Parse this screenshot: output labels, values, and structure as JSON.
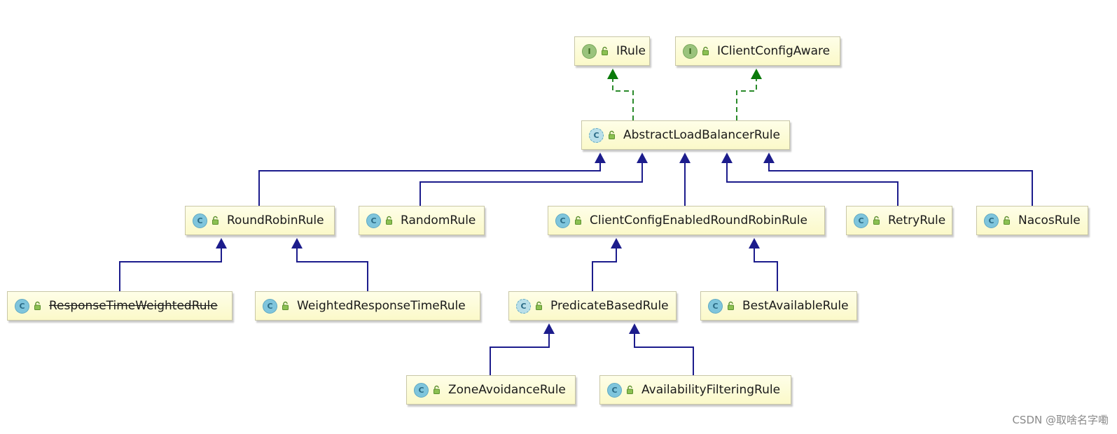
{
  "diagram": {
    "nodes": [
      {
        "id": "irule",
        "kind": "interface",
        "kind_letter": "I",
        "name": "IRule",
        "deprecated": false
      },
      {
        "id": "iclientconfigaware",
        "kind": "interface",
        "kind_letter": "I",
        "name": "IClientConfigAware",
        "deprecated": false
      },
      {
        "id": "abstractloadbalancerrule",
        "kind": "abstract",
        "kind_letter": "C",
        "name": "AbstractLoadBalancerRule",
        "deprecated": false
      },
      {
        "id": "roundrobinrule",
        "kind": "class",
        "kind_letter": "C",
        "name": "RoundRobinRule",
        "deprecated": false
      },
      {
        "id": "randomrule",
        "kind": "class",
        "kind_letter": "C",
        "name": "RandomRule",
        "deprecated": false
      },
      {
        "id": "clientconfigenabledroundrobinrule",
        "kind": "class",
        "kind_letter": "C",
        "name": "ClientConfigEnabledRoundRobinRule",
        "deprecated": false
      },
      {
        "id": "retryrule",
        "kind": "class",
        "kind_letter": "C",
        "name": "RetryRule",
        "deprecated": false
      },
      {
        "id": "nacosrule",
        "kind": "class",
        "kind_letter": "C",
        "name": "NacosRule",
        "deprecated": false
      },
      {
        "id": "responsetimeweightedrule",
        "kind": "class",
        "kind_letter": "C",
        "name": "ResponseTimeWeightedRule",
        "deprecated": true
      },
      {
        "id": "weightedresponsetimerule",
        "kind": "class",
        "kind_letter": "C",
        "name": "WeightedResponseTimeRule",
        "deprecated": false
      },
      {
        "id": "predicatebasedrule",
        "kind": "abstract",
        "kind_letter": "C",
        "name": "PredicateBasedRule",
        "deprecated": false
      },
      {
        "id": "bestavailablerule",
        "kind": "class",
        "kind_letter": "C",
        "name": "BestAvailableRule",
        "deprecated": false
      },
      {
        "id": "zoneavoidancerule",
        "kind": "class",
        "kind_letter": "C",
        "name": "ZoneAvoidanceRule",
        "deprecated": false
      },
      {
        "id": "availabilityfilteringrule",
        "kind": "class",
        "kind_letter": "C",
        "name": "AvailabilityFilteringRule",
        "deprecated": false
      }
    ],
    "edges": [
      {
        "from": "abstractloadbalancerrule",
        "to": "irule",
        "type": "implements"
      },
      {
        "from": "abstractloadbalancerrule",
        "to": "iclientconfigaware",
        "type": "implements"
      },
      {
        "from": "roundrobinrule",
        "to": "abstractloadbalancerrule",
        "type": "extends"
      },
      {
        "from": "randomrule",
        "to": "abstractloadbalancerrule",
        "type": "extends"
      },
      {
        "from": "clientconfigenabledroundrobinrule",
        "to": "abstractloadbalancerrule",
        "type": "extends"
      },
      {
        "from": "retryrule",
        "to": "abstractloadbalancerrule",
        "type": "extends"
      },
      {
        "from": "nacosrule",
        "to": "abstractloadbalancerrule",
        "type": "extends"
      },
      {
        "from": "responsetimeweightedrule",
        "to": "roundrobinrule",
        "type": "extends"
      },
      {
        "from": "weightedresponsetimerule",
        "to": "roundrobinrule",
        "type": "extends"
      },
      {
        "from": "predicatebasedrule",
        "to": "clientconfigenabledroundrobinrule",
        "type": "extends"
      },
      {
        "from": "bestavailablerule",
        "to": "clientconfigenabledroundrobinrule",
        "type": "extends"
      },
      {
        "from": "zoneavoidancerule",
        "to": "predicatebasedrule",
        "type": "extends"
      },
      {
        "from": "availabilityfilteringrule",
        "to": "predicatebasedrule",
        "type": "extends"
      }
    ],
    "colors": {
      "extends_line": "#1c1c8c",
      "implements_line": "#2a8a2a",
      "implements_arrow": "#0a7a0a"
    }
  },
  "watermark": "CSDN @取啥名字嘞"
}
